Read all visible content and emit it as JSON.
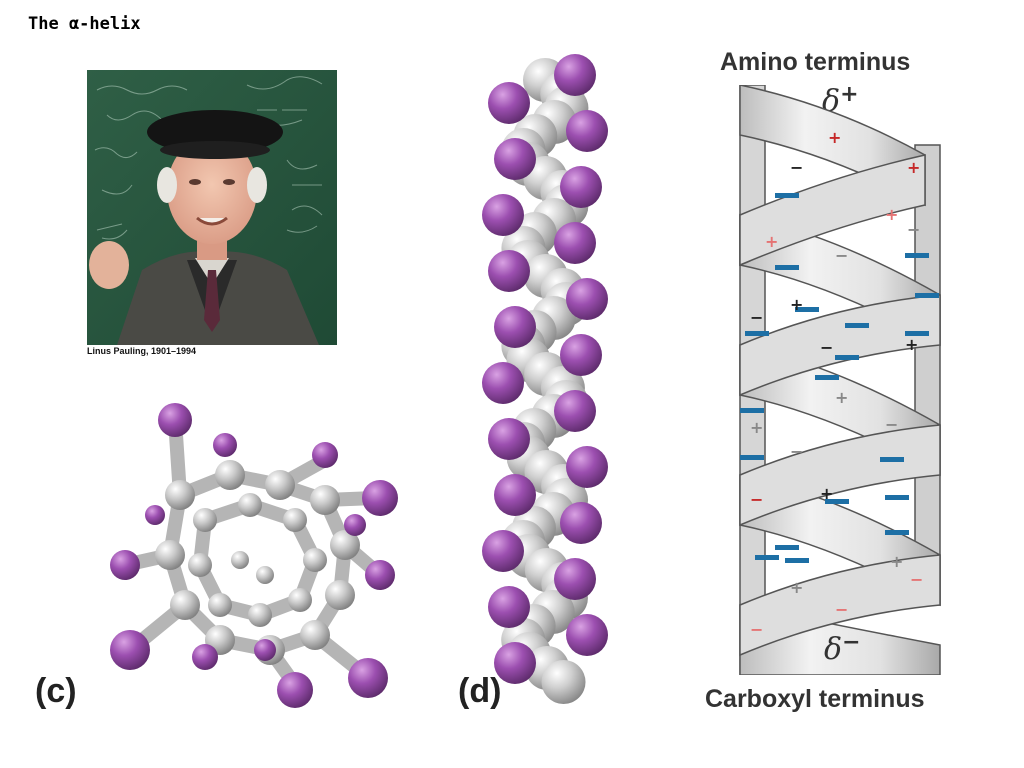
{
  "slide": {
    "title": "The α-helix"
  },
  "photo": {
    "caption": "Linus Pauling, 1901–1994"
  },
  "panels": {
    "c_label": "(c)",
    "d_label": "(d)"
  },
  "helix": {
    "top_label": "Amino terminus",
    "bottom_label": "Carboxyl terminus",
    "delta_symbol": "δ",
    "top_charge": "+",
    "bottom_charge": "−"
  },
  "colors": {
    "carbon": "#c8c8c8",
    "oxygen": "#a04fb0",
    "dipole_minus": "#1d6fa5",
    "charge_red": "#c62828",
    "ribbon": "#e6e6e6",
    "ribbon_edge": "#555555"
  }
}
